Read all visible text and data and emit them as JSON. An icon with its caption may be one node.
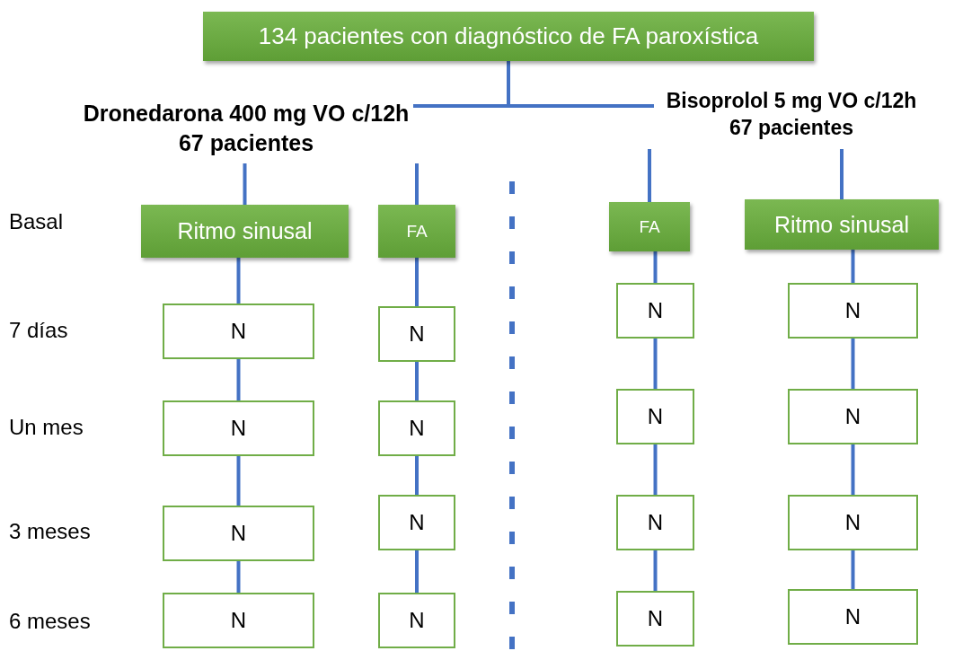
{
  "diagram": {
    "nodes": [
      {
        "text": [
          "134 pacientes con diagnóstico de FA paroxística"
        ]
      },
      {
        "text": [
          "Dronedarona 400 mg VO c/12h",
          "67 pacientes"
        ]
      },
      {
        "text": [
          "Bisoprolol 5 mg VO c/12h",
          "67 pacientes"
        ]
      },
      {
        "text": [
          "Ritmo sinusal"
        ]
      },
      {
        "text": [
          "FA"
        ]
      },
      {
        "text": [
          "FA"
        ]
      },
      {
        "text": [
          "Ritmo sinusal"
        ]
      },
      {
        "text": [
          "N"
        ]
      },
      {
        "text": [
          "N"
        ]
      },
      {
        "text": [
          "N"
        ]
      },
      {
        "text": [
          "N"
        ]
      },
      {
        "text": [
          "N"
        ]
      },
      {
        "text": [
          "N"
        ]
      },
      {
        "text": [
          "N"
        ]
      },
      {
        "text": [
          "N"
        ]
      },
      {
        "text": [
          "N"
        ]
      },
      {
        "text": [
          "N"
        ]
      },
      {
        "text": [
          "N"
        ]
      },
      {
        "text": [
          "N"
        ]
      },
      {
        "text": [
          "N"
        ]
      },
      {
        "text": [
          "N"
        ]
      },
      {
        "text": [
          "N"
        ]
      },
      {
        "text": [
          "N"
        ]
      }
    ],
    "edges": [
      {
        "from": 0,
        "to": 1,
        "arrow": "none"
      },
      {
        "from": 0,
        "to": 2,
        "arrow": "none"
      },
      {
        "from": 1,
        "to": 3,
        "arrow": "none"
      },
      {
        "from": 1,
        "to": 4,
        "arrow": "none"
      },
      {
        "from": 2,
        "to": 5,
        "arrow": "none"
      },
      {
        "from": 2,
        "to": 6,
        "arrow": "none"
      },
      {
        "from": 3,
        "to": 7,
        "arrow": "none"
      },
      {
        "from": 7,
        "to": 11,
        "arrow": "none"
      },
      {
        "from": 11,
        "to": 15,
        "arrow": "none"
      },
      {
        "from": 15,
        "to": 19,
        "arrow": "none"
      },
      {
        "from": 4,
        "to": 8,
        "arrow": "none"
      },
      {
        "from": 8,
        "to": 12,
        "arrow": "none"
      },
      {
        "from": 12,
        "to": 16,
        "arrow": "none"
      },
      {
        "from": 16,
        "to": 20,
        "arrow": "none"
      },
      {
        "from": 5,
        "to": 9,
        "arrow": "none"
      },
      {
        "from": 9,
        "to": 13,
        "arrow": "none"
      },
      {
        "from": 13,
        "to": 17,
        "arrow": "none"
      },
      {
        "from": 17,
        "to": 21,
        "arrow": "none"
      },
      {
        "from": 6,
        "to": 10,
        "arrow": "none"
      },
      {
        "from": 10,
        "to": 14,
        "arrow": "none"
      },
      {
        "from": 14,
        "to": 18,
        "arrow": "none"
      },
      {
        "from": 18,
        "to": 22,
        "arrow": "none"
      }
    ],
    "labels": [
      "Basal",
      "7 días",
      "Un mes",
      "3 meses",
      "6 meses"
    ]
  }
}
